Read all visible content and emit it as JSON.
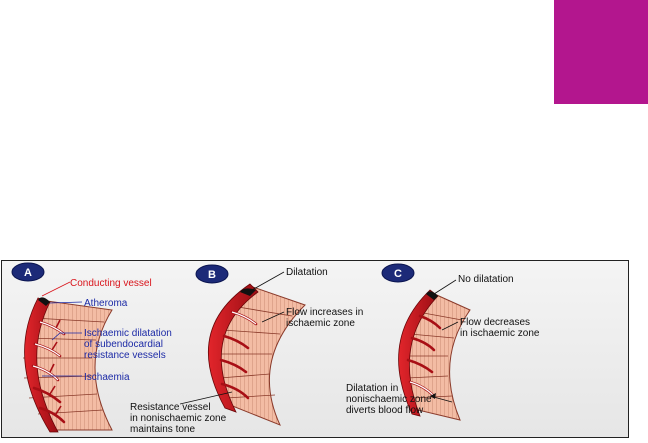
{
  "colors": {
    "magenta_block": "#b3168e",
    "vessel_red": "#c8141b",
    "muscle_fill": "#f2b8a0",
    "badge_navy": "#1c2a78",
    "label_red": "#d9141b",
    "label_blue": "#1c2aa6"
  },
  "panels": [
    {
      "badge": "A",
      "labels": {
        "conducting_vessel": "Conducting vessel",
        "atheroma": "Atheroma",
        "ischaemic_dilatation": [
          "Ischaemic dilatation",
          "of subendocardial",
          "resistance vessels"
        ],
        "ischaemia": "Ischaemia"
      }
    },
    {
      "badge": "B",
      "labels": {
        "dilatation": "Dilatation",
        "flow_increases": [
          "Flow increases in",
          "ischaemic zone"
        ],
        "resistance_vessel": [
          "Resistance vessel",
          "in nonischaemic zone",
          "maintains tone"
        ]
      }
    },
    {
      "badge": "C",
      "labels": {
        "no_dilatation": "No dilatation",
        "flow_decreases": [
          "Flow decreases",
          "in ischaemic zone"
        ],
        "dilatation_nonischaemic": [
          "Dilatation in",
          "nonischaemic zone",
          "diverts blood flow"
        ]
      }
    }
  ]
}
